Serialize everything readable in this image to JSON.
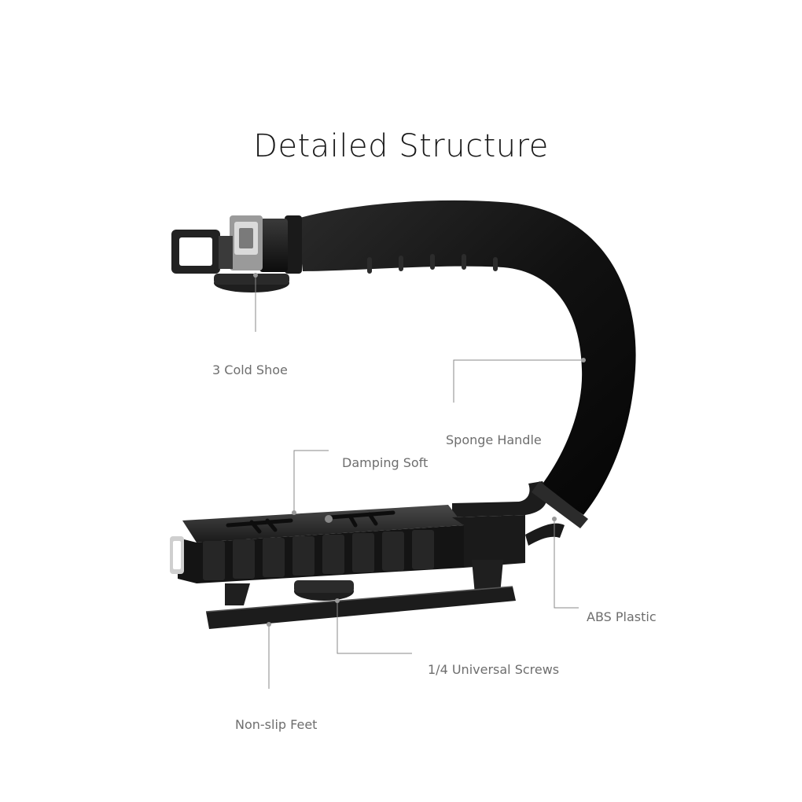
{
  "title": "Detailed Structure",
  "labels": {
    "cold_shoe": "3 Cold Shoe",
    "sponge_handle": "Sponge Handle",
    "damping_soft": "Damping Soft",
    "abs_plastic": "ABS Plastic",
    "universal_screws": "1/4 Universal Screws",
    "non_slip_feet": "Non-slip Feet"
  }
}
